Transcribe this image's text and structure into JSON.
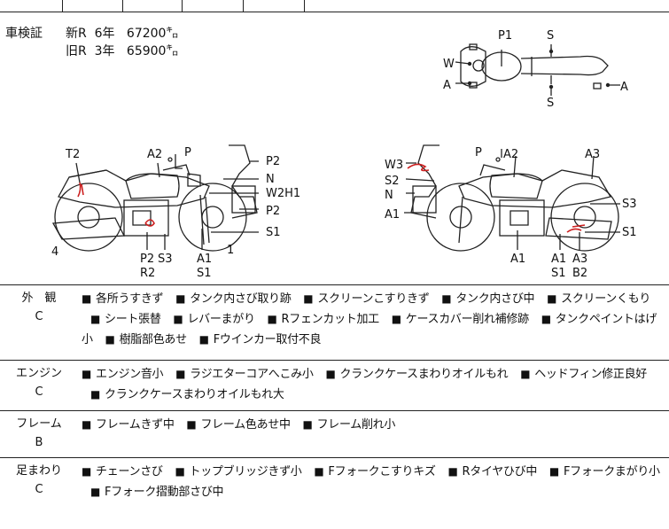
{
  "registration": {
    "label": "車検証",
    "new": {
      "tag": "新R",
      "years": "6年",
      "km": "67200㌔"
    },
    "old": {
      "tag": "旧R",
      "years": "3年",
      "km": "65900㌔"
    }
  },
  "top_view_labels": {
    "p1": "P1",
    "s_top": "S",
    "w": "W",
    "a_left": "A",
    "a_right": "A",
    "s_bottom": "S"
  },
  "left_side_labels": {
    "t2": "T2",
    "a2": "A2",
    "p": "P",
    "p2_top": "P2",
    "n": "N",
    "w2h1": "W2H1",
    "p2_mid": "P2",
    "s1": "S1",
    "four": "4",
    "one": "1",
    "p2_bottom": "P2",
    "s3": "S3",
    "a1": "A1",
    "r2": "R2",
    "s1_bottom": "S1"
  },
  "right_side_labels": {
    "p": "P",
    "a2": "A2",
    "a3": "A3",
    "w3": "W3",
    "s2": "S2",
    "n": "N",
    "a1_left": "A1",
    "s3": "S3",
    "s1": "S1",
    "a1": "A1",
    "a1b": "A1",
    "a3b": "A3",
    "s1b": "S1",
    "b2": "B2"
  },
  "conditions": [
    {
      "category": "外　観",
      "grade": "C",
      "items": [
        "各所うすきず",
        "タンク内さび取り跡",
        "スクリーンこすりきず",
        "タンク内さび中",
        "スクリーンくもり",
        "シート張替",
        "レバーまがり",
        "Rフェンカット加工",
        "ケースカバー削れ補修跡",
        "タンクペイントはげ小",
        "樹脂部色あせ",
        "Fウインカー取付不良"
      ]
    },
    {
      "category": "エンジン",
      "grade": "C",
      "items": [
        "エンジン音小",
        "ラジエターコアへこみ小",
        "クランクケースまわりオイルもれ",
        "ヘッドフィン修正良好",
        "クランクケースまわりオイルもれ大"
      ]
    },
    {
      "category": "フレーム",
      "grade": "B",
      "items": [
        "フレームきず中",
        "フレーム色あせ中",
        "フレーム削れ小"
      ]
    },
    {
      "category": "足まわり",
      "grade": "C",
      "items": [
        "チェーンさび",
        "トップブリッジきず小",
        "Fフォークこすりキズ",
        "Rタイヤひび中",
        "Fフォークまがり小",
        "Fフォーク摺動部さび中"
      ]
    }
  ],
  "colors": {
    "line": "#222222",
    "damage": "#cc1f1f"
  }
}
